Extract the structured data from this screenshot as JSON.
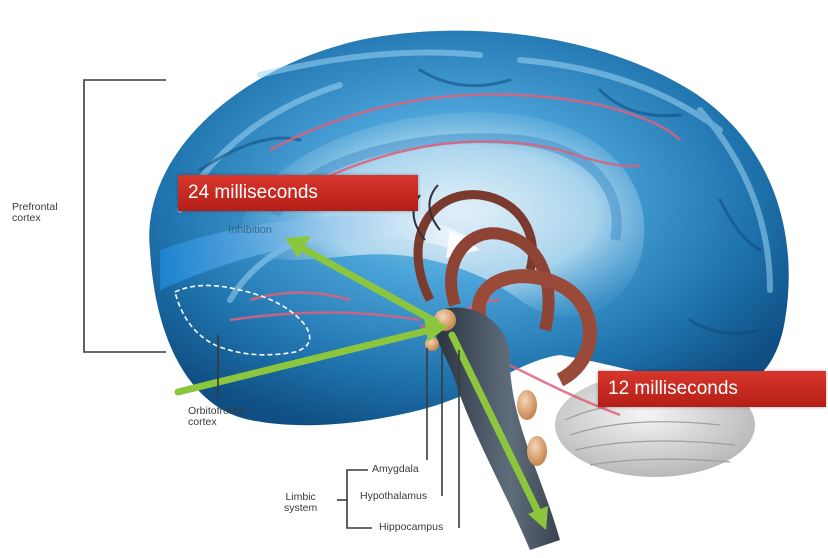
{
  "labels": {
    "prefrontal_cortex": "Prefrontal\ncortex",
    "inhibition": "Inhibition",
    "orbitofrontal_cortex": "Orbitofrontal\ncortex",
    "amygdala": "Amygdala",
    "hypothalamus": "Hypothalamus",
    "hippocampus": "Hippocampus",
    "limbic_system": "Limbic\nsystem"
  },
  "annotations": {
    "upper": "24 milliseconds",
    "right": "12 milliseconds"
  },
  "colors": {
    "brain_blue": "#1b6fa8",
    "brain_light": "#6bb6e3",
    "arrow_green": "#8cc63f",
    "callout_red": "#c8281f",
    "pathway_pink": "#e0607a",
    "cerebellum": "#dcdcdc"
  }
}
